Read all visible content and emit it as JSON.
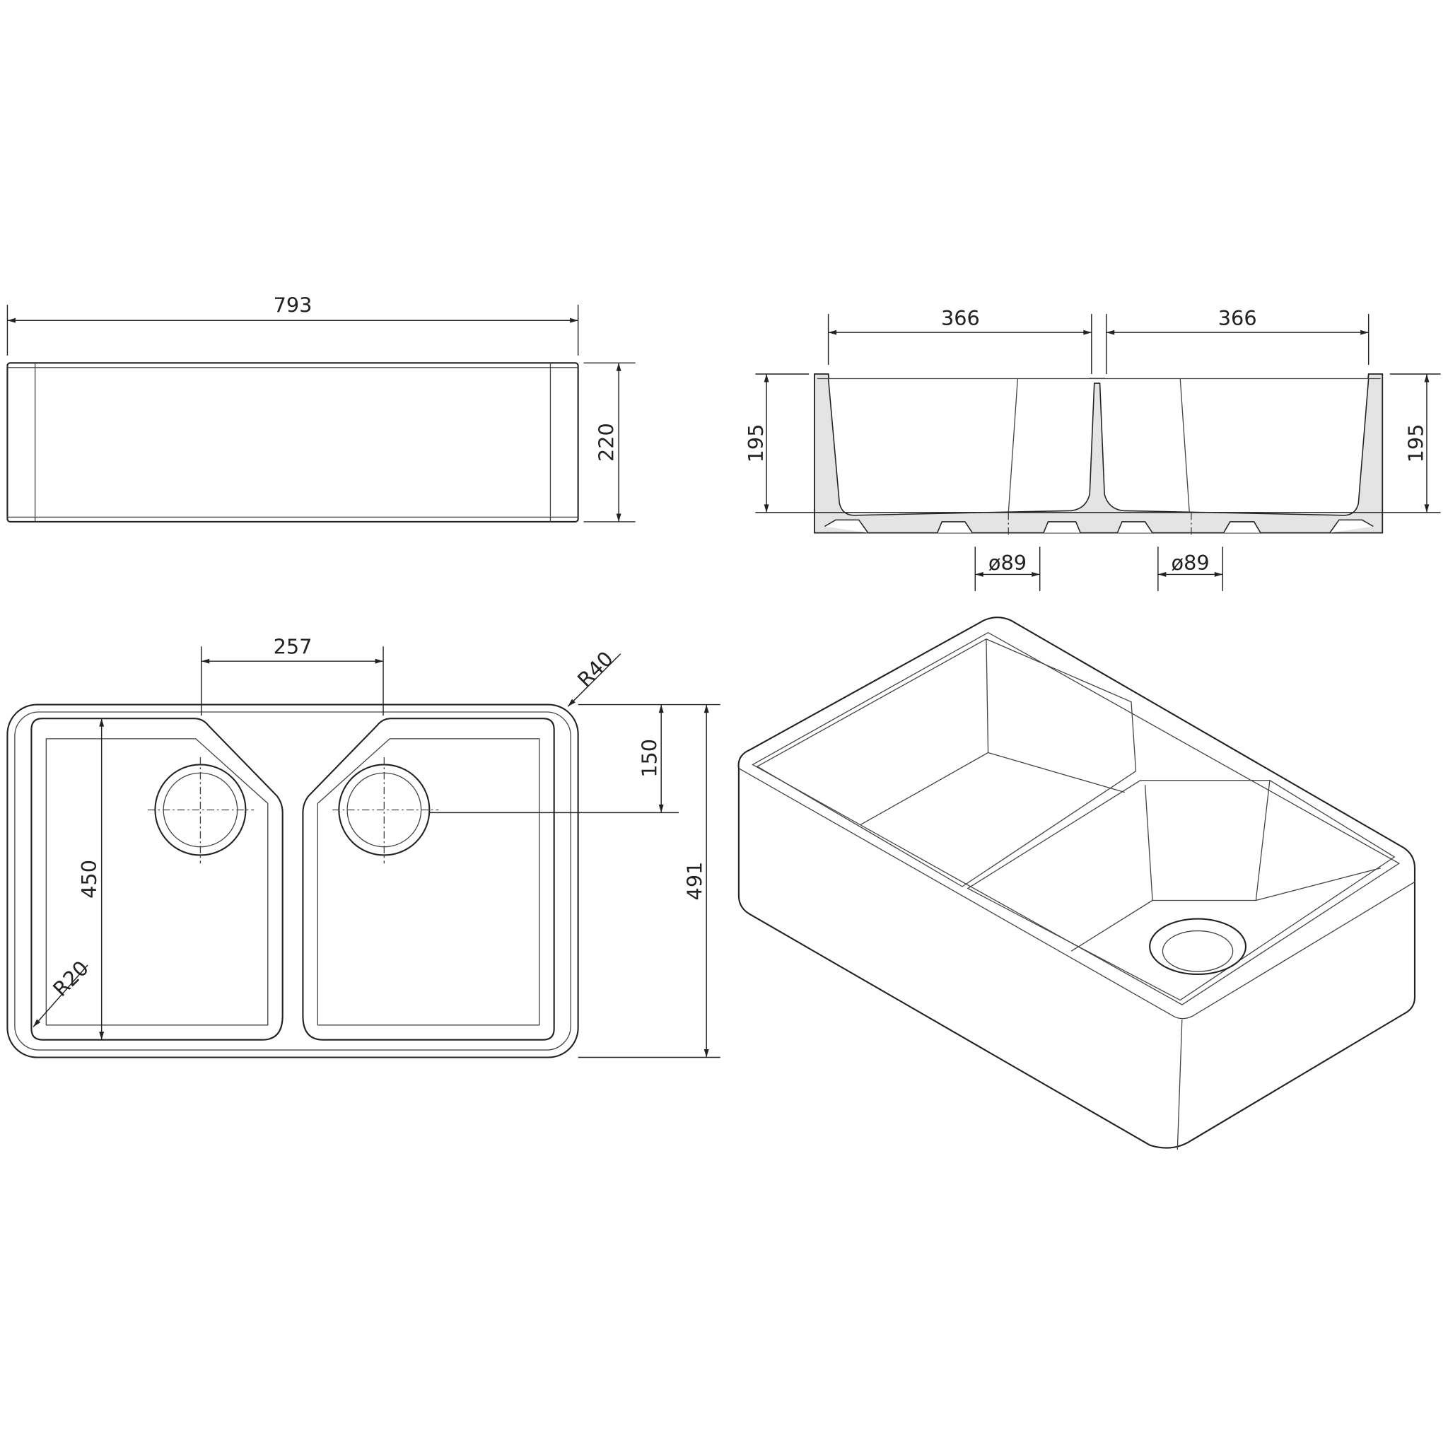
{
  "drawing": {
    "front_view": {
      "width_label": "793",
      "height_label": "220"
    },
    "section_view": {
      "left_bowl_width": "366",
      "right_bowl_width": "366",
      "left_depth": "195",
      "right_depth": "195",
      "left_drain": "ø89",
      "right_drain": "ø89"
    },
    "plan_view": {
      "drain_spacing": "257",
      "outer_radius": "R40",
      "drain_offset": "150",
      "overall_depth": "491",
      "bowl_depth": "450",
      "inner_radius": "R20"
    }
  }
}
